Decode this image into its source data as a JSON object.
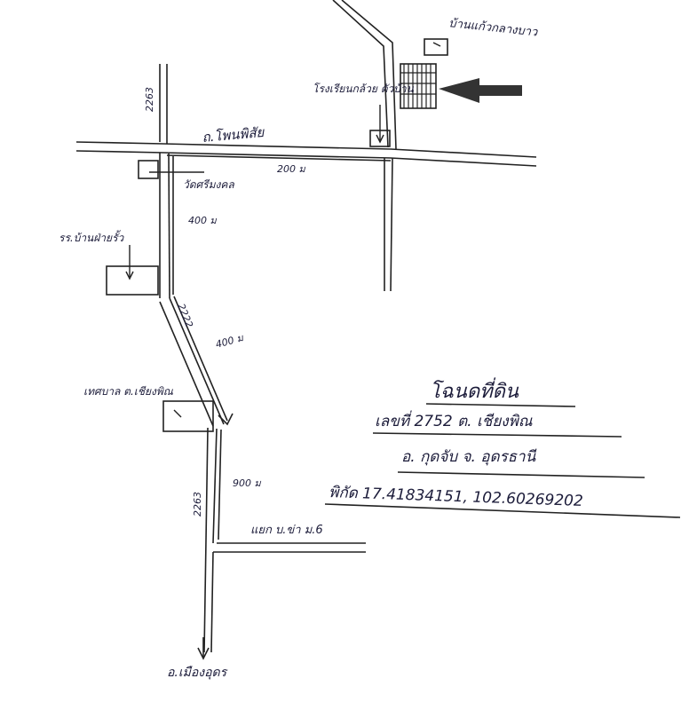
{
  "labels": {
    "top_right_place": "บ้านแก้วกลางบาว",
    "target_place": "โรงเรียนกล้วย ตัวบ้าน",
    "main_road": "ถ.โพนพิสัย",
    "road_2263_top": "2263",
    "temple": "วัดศรีมงคล",
    "dist_200": "200 ม",
    "dist_400_a": "400 ม",
    "school": "รร.บ้านฝ่ายรั้ว",
    "road_2222": "2222",
    "dist_400_b": "400 ม",
    "municipality": "เทศบาล ต.เชียงพิณ",
    "dist_900": "900 ม",
    "road_2263_bottom": "2263",
    "village": "แยก บ.ข่า ม.6",
    "district_bottom": "อ.เมืองอุดร"
  },
  "info": {
    "title": "โฉนดที่ดิน",
    "line1": "เลขที่ 2752  ต. เชียงพิณ",
    "line2": "อ. กุดจับ   จ. อุดรธานี",
    "line3": "พิกัด  17.41834151, 102.60269202"
  }
}
